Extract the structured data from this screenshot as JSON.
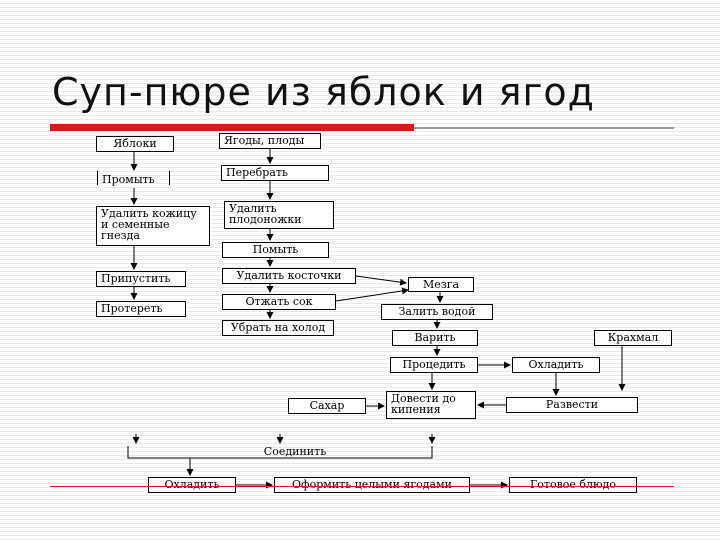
{
  "slide": {
    "title": "Суп-пюре из яблок и ягод"
  },
  "flow": {
    "apples": "Яблоки",
    "wash_apples": "Промыть",
    "remove_core": "Удалить кожицу и семенные гнезда",
    "stew": "Припустить",
    "rub": "Протереть",
    "berries": "Ягоды, плоды",
    "sort": "Перебрать",
    "remove_stems": "Удалить плодоножки",
    "wash_berries": "Помыть",
    "remove_pits": "Удалить косточки",
    "squeeze_juice": "Отжать сок",
    "chill": "Убрать на холод",
    "pulp": "Мезга",
    "add_water": "Залить водой",
    "boil": "Варить",
    "strain": "Процедить",
    "cool": "Охладить",
    "starch": "Крахмал",
    "dilute": "Развести",
    "sugar": "Сахар",
    "bring_to_boil": "Довести до кипения",
    "combine": "Соединить",
    "cool_final": "Охладить",
    "decorate": "Оформить целыми ягодами",
    "finished_dish": "Готовое блюдо"
  }
}
